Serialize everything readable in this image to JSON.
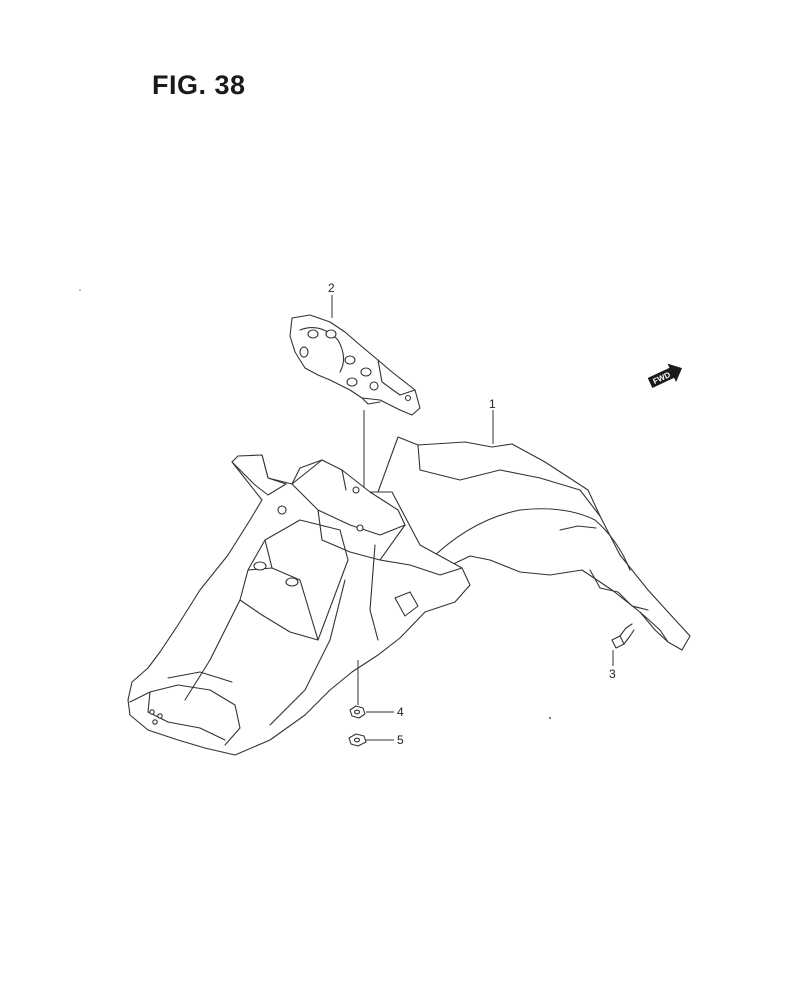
{
  "figure": {
    "title": "FIG. 38"
  },
  "callouts": [
    {
      "label": "1",
      "part": "rear-fender"
    },
    {
      "label": "2",
      "part": "bracket"
    },
    {
      "label": "3",
      "part": "screw"
    },
    {
      "label": "4",
      "part": "nut"
    },
    {
      "label": "5",
      "part": "washer"
    }
  ],
  "direction_badge": {
    "label": "FWD",
    "icon": "arrow-right-icon"
  },
  "colors": {
    "ink": "#333333",
    "background": "#ffffff"
  }
}
